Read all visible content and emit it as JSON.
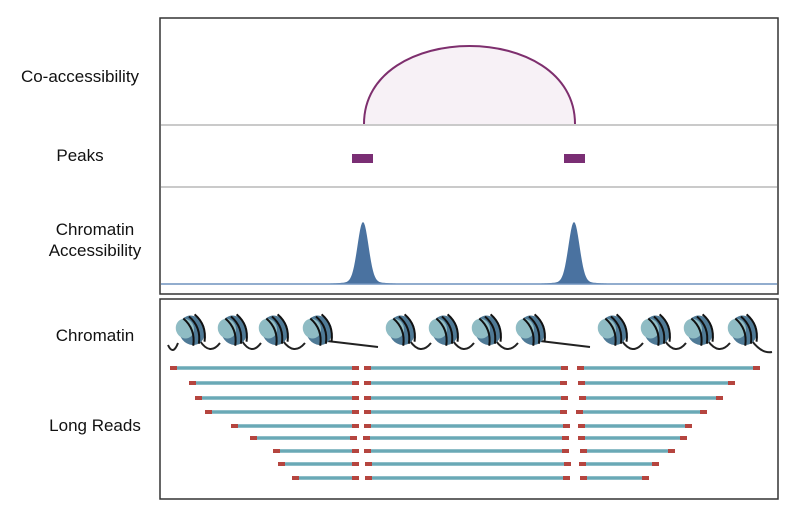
{
  "tracks": {
    "coaccessibility": "Co-accessibility",
    "peaks": "Peaks",
    "chromatin_accessibility_line1": "Chromatin",
    "chromatin_accessibility_line2": "Accessibility",
    "chromatin": "Chromatin",
    "long_reads": "Long Reads"
  },
  "colors": {
    "arc": "#7e2f6e",
    "arc_fill": "#f7f1f6",
    "peak": "#7a2e74",
    "signal": "#4a72a0",
    "read": "#6aa9b6",
    "read_end": "#b5453f",
    "frame": "#333333",
    "divider": "#aaaaaa"
  }
}
